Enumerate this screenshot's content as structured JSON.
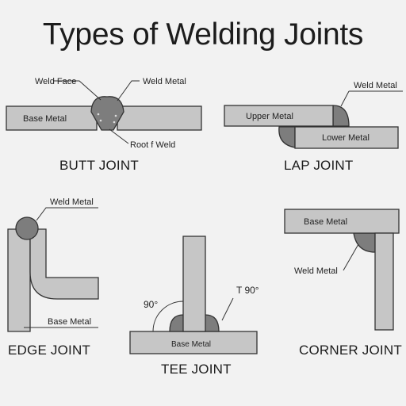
{
  "title": "Types of Welding Joints",
  "colors": {
    "background": "#f2f2f2",
    "metal": "#c6c6c6",
    "weld": "#7d7d7d",
    "outline": "#333333"
  },
  "butt": {
    "name": "BUTT JOINT",
    "weld_face": "Weld Face",
    "weld_metal": "Weld Metal",
    "base_metal": "Base Metal",
    "root": "Root f Weld"
  },
  "lap": {
    "name": "LAP JOINT",
    "weld_metal": "Weld Metal",
    "upper": "Upper Metal",
    "lower": "Lower Metal"
  },
  "edge": {
    "name": "EDGE JOINT",
    "weld_metal": "Weld Metal",
    "base_metal": "Base Metal"
  },
  "tee": {
    "name": "TEE JOINT",
    "base_metal": "Base Metal",
    "angle_left": "90°",
    "angle_right": "T 90°"
  },
  "corner": {
    "name": "CORNER JOINT",
    "base_metal": "Base Metal",
    "weld_metal": "Weld Metal"
  }
}
